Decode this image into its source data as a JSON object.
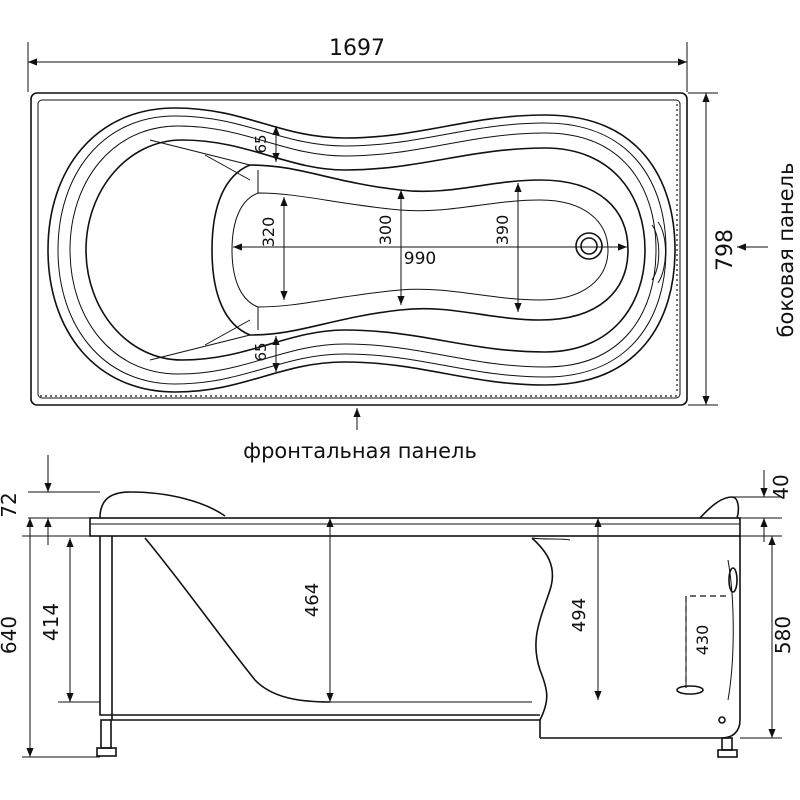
{
  "top_view": {
    "length": "1697",
    "width": "798",
    "inner_length": "990",
    "depth_head": "320",
    "depth_mid": "300",
    "depth_foot": "390",
    "rim_top": "65",
    "rim_bottom": "65"
  },
  "labels": {
    "front_panel": "фронтальная панель",
    "side_panel": "боковая панель"
  },
  "side_view": {
    "headrest": "72",
    "rim_right": "40",
    "total_height": "640",
    "leg_height": "414",
    "inner_depth_left": "464",
    "inner_depth_right": "494",
    "drain_height": "430",
    "panel_height": "580"
  }
}
